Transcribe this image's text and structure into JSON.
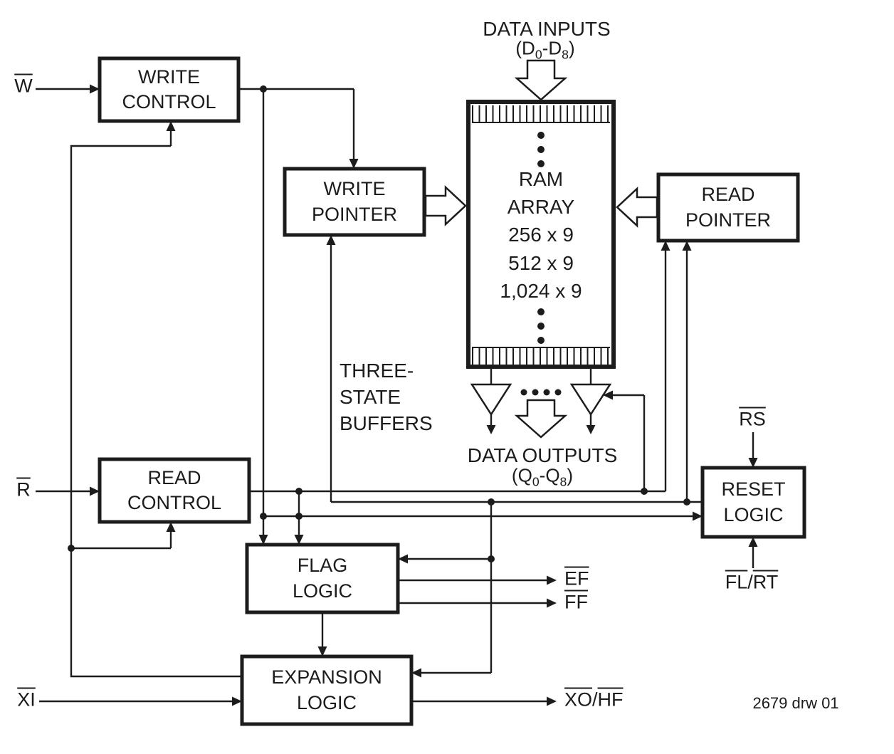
{
  "diagram": {
    "colors": {
      "ink": "#1c1c1c",
      "background": "#ffffff"
    },
    "blocks": {
      "write_control": {
        "lines": [
          "WRITE",
          "CONTROL"
        ]
      },
      "write_pointer": {
        "lines": [
          "WRITE",
          "POINTER"
        ]
      },
      "read_pointer": {
        "lines": [
          "READ",
          "POINTER"
        ]
      },
      "read_control": {
        "lines": [
          "READ",
          "CONTROL"
        ]
      },
      "flag_logic": {
        "lines": [
          "FLAG",
          "LOGIC"
        ]
      },
      "expansion_logic": {
        "lines": [
          "EXPANSION",
          "LOGIC"
        ]
      },
      "reset_logic": {
        "lines": [
          "RESET",
          "LOGIC"
        ]
      },
      "ram_array": {
        "name_lines": [
          "RAM",
          "ARRAY"
        ],
        "sizes": [
          "256 x 9",
          "512 x 9",
          "1,024 x 9"
        ]
      }
    },
    "annotations": {
      "data_inputs": {
        "title": "DATA INPUTS",
        "p1": "(D",
        "s1": "0",
        "p2": "-D",
        "s2": "8",
        "p3": ")"
      },
      "data_outputs": {
        "title": "DATA OUTPUTS",
        "p1": "(Q",
        "s1": "0",
        "p2": "-Q",
        "s2": "8",
        "p3": ")"
      },
      "three_state_buffers": {
        "lines": [
          "THREE-",
          "STATE",
          "BUFFERS"
        ]
      },
      "drawing_number": "2679 drw 01"
    },
    "signals": {
      "w": "W",
      "r": "R",
      "xi": "XI",
      "rs": "RS",
      "fl": "FL",
      "rt": "RT",
      "ef": "EF",
      "ff": "FF",
      "xo": "XO",
      "hf": "HF",
      "slash": "/"
    }
  }
}
